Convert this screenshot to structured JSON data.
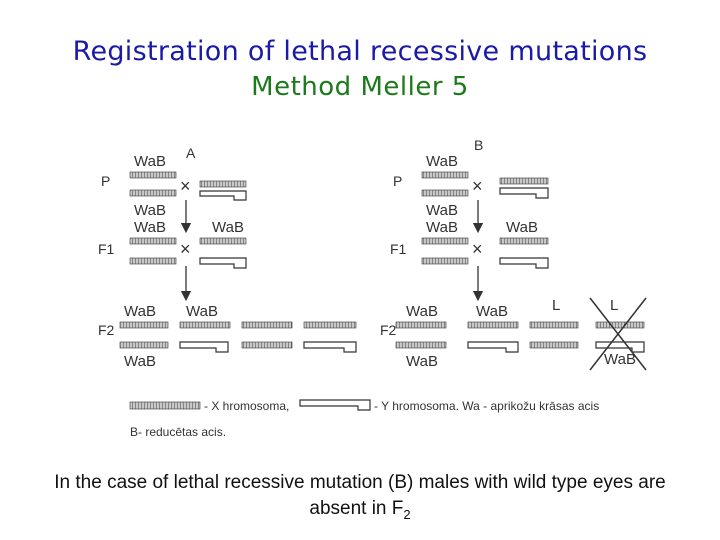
{
  "title": "Registration of lethal recessive mutations",
  "subtitle": "Method Meller 5",
  "caption": {
    "text_before_sub": "In the case of lethal recessive mutation (B) males with wild type eyes are absent in F",
    "subscript": "2"
  },
  "diagram": {
    "panel_a_label": "A",
    "panel_b_label": "B",
    "gen_p": "P",
    "gen_f1": "F1",
    "gen_f2": "F2",
    "allele_label": "WaB",
    "lethal_label": "L",
    "legend": {
      "x_chromosome": "- X hromosoma,",
      "y_chromosome": "- Y hromosoma. Wa - aprikožu krāsas acis",
      "b_allele": "B- reducētas acis."
    }
  }
}
